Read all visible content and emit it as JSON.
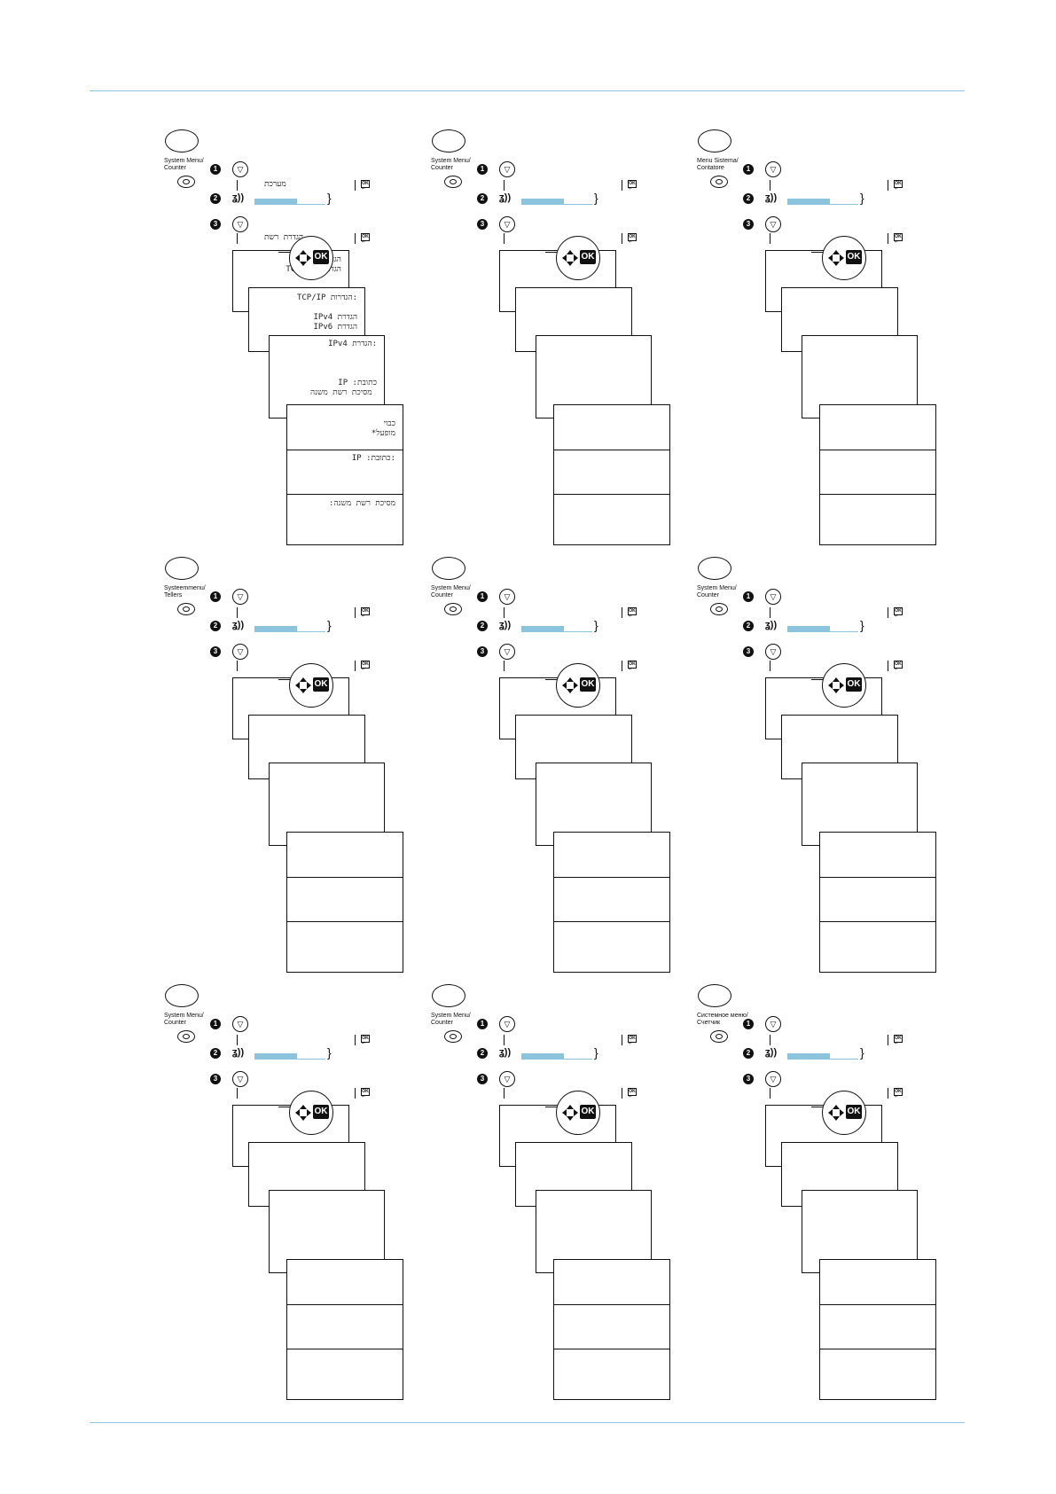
{
  "colors": {
    "accent": "#8cc3dd",
    "ink": "#111111"
  },
  "icons": {
    "step_markers": [
      "1",
      "2",
      "3"
    ],
    "down_arrow": "▽",
    "ok_key": "OK",
    "ok_mini": "OK",
    "ok_mini_arrow": "↵",
    "signal": "ʓ))",
    "brace": "}"
  },
  "panels": [
    {
      "key_label": "System Menu/\nCounter",
      "lcd_line_1": "מערכת",
      "lcd_line_2": "הגדרת רשת",
      "progress": 0.6,
      "screens": [
        "הגדרת רשת:\n   TCP/IP הגדרות",
        "TCP/IP הגדרות:\n\n  IPv4 הגדרת\n  IPv6 הגדרת",
        "IPv4 הגדרת:\n\n\n\n IP :כתובת\n מסיכת רשת משנה",
        "כבוי\nמופעל*",
        "IP :כתובת:",
        "מסיכת רשת משנה:"
      ]
    },
    {
      "key_label": "System Menu/\nCounter",
      "lcd_line_1": "",
      "lcd_line_2": "",
      "progress": 0.6,
      "screens": [
        "",
        "",
        "",
        "",
        "",
        ""
      ]
    },
    {
      "key_label": "Menu Sistema/\nContatore",
      "lcd_line_1": "",
      "lcd_line_2": "",
      "progress": 0.6,
      "screens": [
        "",
        "",
        "",
        "",
        "",
        ""
      ]
    },
    {
      "key_label": "Systeemmenu/\nTellers",
      "lcd_line_1": "",
      "lcd_line_2": "",
      "progress": 0.6,
      "screens": [
        "",
        "",
        "",
        "",
        "",
        ""
      ]
    },
    {
      "key_label": "System Menu/\nCounter",
      "lcd_line_1": "",
      "lcd_line_2": "",
      "progress": 0.6,
      "screens": [
        "",
        "",
        "",
        "",
        "",
        ""
      ]
    },
    {
      "key_label": "System Menu/\nCounter",
      "lcd_line_1": "",
      "lcd_line_2": "",
      "progress": 0.6,
      "screens": [
        "",
        "",
        "",
        "",
        "",
        ""
      ]
    },
    {
      "key_label": "System Menu/\nCounter",
      "lcd_line_1": "",
      "lcd_line_2": "",
      "progress": 0.6,
      "screens": [
        "",
        "",
        "",
        "",
        "",
        ""
      ]
    },
    {
      "key_label": "System Menu/\nCounter",
      "lcd_line_1": "",
      "lcd_line_2": "",
      "progress": 0.6,
      "screens": [
        "",
        "",
        "",
        "",
        "",
        ""
      ]
    },
    {
      "key_label": "Системное меню/\nСчетчик",
      "lcd_line_1": "",
      "lcd_line_2": "",
      "progress": 0.6,
      "screens": [
        "",
        "",
        "",
        "",
        "",
        ""
      ]
    }
  ]
}
